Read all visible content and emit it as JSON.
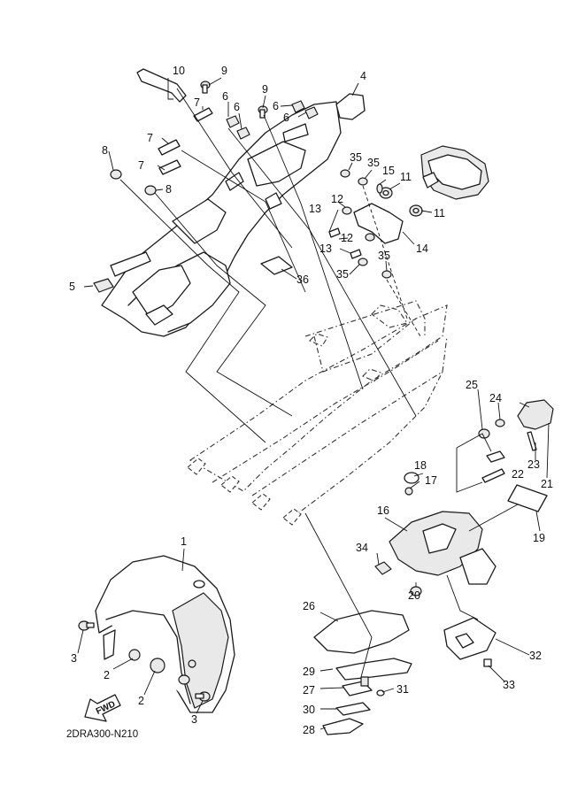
{
  "diagram_code": "2DRA300-N210",
  "fwd_label": "FWD",
  "callouts": {
    "c1": "1",
    "c2a": "2",
    "c2b": "2",
    "c3a": "3",
    "c3b": "3",
    "c4": "4",
    "c5": "5",
    "c6a": "6",
    "c6b": "6",
    "c6c": "6",
    "c6d": "6",
    "c7a": "7",
    "c7b": "7",
    "c7c": "7",
    "c8a": "8",
    "c8b": "8",
    "c9a": "9",
    "c9b": "9",
    "c10": "10",
    "c11a": "11",
    "c11b": "11",
    "c12a": "12",
    "c12b": "12",
    "c13a": "13",
    "c13b": "13",
    "c14": "14",
    "c15": "15",
    "c16": "16",
    "c17": "17",
    "c18": "18",
    "c19": "19",
    "c20": "20",
    "c21": "21",
    "c22": "22",
    "c23": "23",
    "c24": "24",
    "c25": "25",
    "c26": "26",
    "c27": "27",
    "c28": "28",
    "c29": "29",
    "c30": "30",
    "c31": "31",
    "c32": "32",
    "c33": "33",
    "c34": "34",
    "c35a": "35",
    "c35b": "35",
    "c35c": "35",
    "c35d": "35",
    "c36": "36"
  }
}
